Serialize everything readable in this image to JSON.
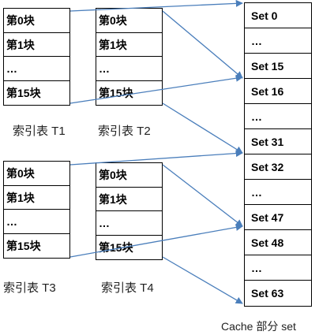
{
  "tables": [
    {
      "id": "t1",
      "caption": "索引表 T1",
      "rows": [
        "第0块",
        "第1块",
        "…",
        "第15块"
      ]
    },
    {
      "id": "t2",
      "caption": "索引表 T2",
      "rows": [
        "第0块",
        "第1块",
        "…",
        "第15块"
      ]
    },
    {
      "id": "t3",
      "caption": "索引表 T3",
      "rows": [
        "第0块",
        "第1块",
        "…",
        "第15块"
      ]
    },
    {
      "id": "t4",
      "caption": "索引表 T4",
      "rows": [
        "第0块",
        "第1块",
        "…",
        "第15块"
      ]
    }
  ],
  "cache": {
    "caption": "Cache 部分 set",
    "rows": [
      "Set 0",
      "…",
      "Set 15",
      "Set 16",
      "…",
      "Set 31",
      "Set 32",
      "…",
      "Set 47",
      "Set 48",
      "…",
      "Set 63"
    ]
  },
  "arrow_color": "#4a7ebb"
}
